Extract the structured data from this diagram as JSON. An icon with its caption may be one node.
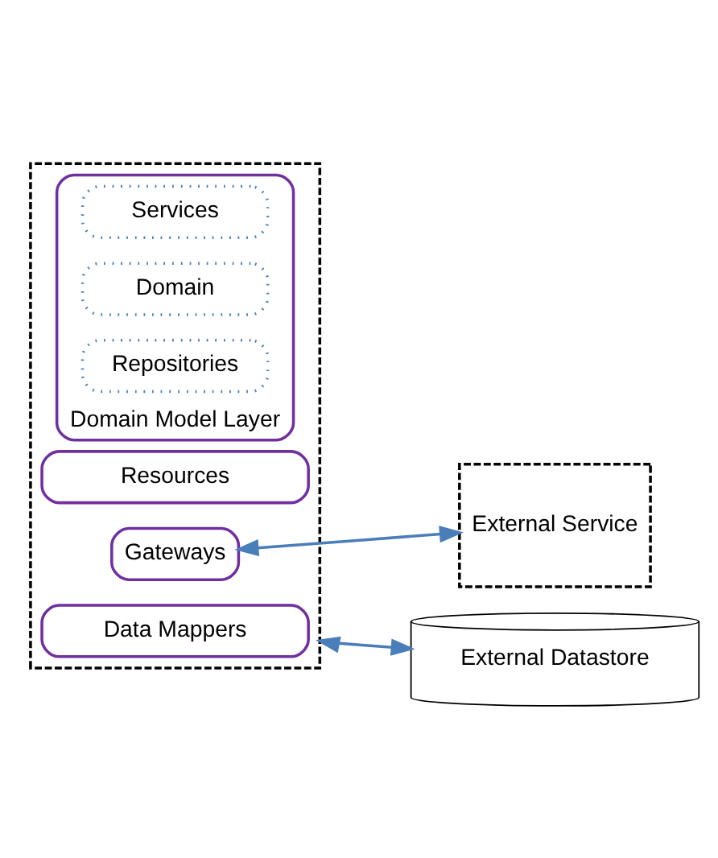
{
  "diagram": {
    "nodes": [
      {
        "text": [],
        "shape": "box"
      },
      {
        "text": [
          "Resources"
        ],
        "in": 0
      },
      {
        "text": [
          "Domain Model Layer"
        ],
        "in": 0
      },
      {
        "text": [
          "Services"
        ],
        "in": 2
      },
      {
        "text": [
          "Domain"
        ],
        "in": 2
      },
      {
        "text": [
          "Repositories"
        ],
        "in": 2
      },
      {
        "text": [
          "Gateways"
        ],
        "in": 0
      },
      {
        "text": [
          "Data Mappers"
        ],
        "in": 0
      },
      {
        "text": [
          "External Service"
        ]
      },
      {
        "text": [
          "External Datastore"
        ]
      }
    ],
    "edges": [
      {
        "from": 6,
        "to": 8,
        "arrow": "both"
      },
      {
        "from": 0,
        "to": 9,
        "arrow": "both"
      }
    ]
  }
}
